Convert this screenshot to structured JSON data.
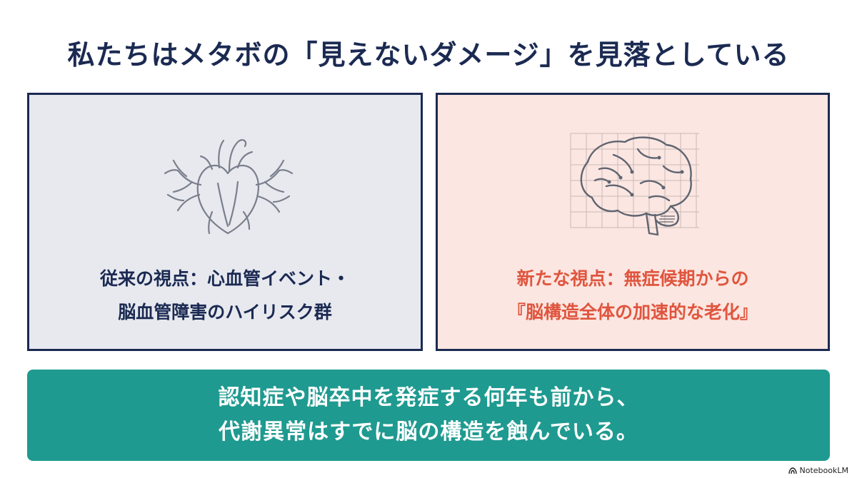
{
  "title": "私たちはメタボの「見えないダメージ」を見落としている",
  "left_panel": {
    "icon": "heart-icon",
    "line1": "従来の視点：心血管イベント・",
    "line2": "脳血管障害のハイリスク群",
    "text_color": "#1b2a52",
    "bg_color": "#e7e9ef"
  },
  "right_panel": {
    "icon": "brain-grid-icon",
    "line1": "新たな視点：無症候期からの",
    "line2": "『脳構造全体の加速的な老化』",
    "text_color": "#e0553e",
    "bg_color": "#fbe6e1"
  },
  "banner": {
    "line1": "認知症や脳卒中を発症する何年も前から、",
    "line2": "代謝異常はすでに脳の構造を蝕んでいる。",
    "bg_color": "#1f9a90"
  },
  "watermark": {
    "icon": "notebooklm-logo-icon",
    "label": "NotebookLM"
  }
}
